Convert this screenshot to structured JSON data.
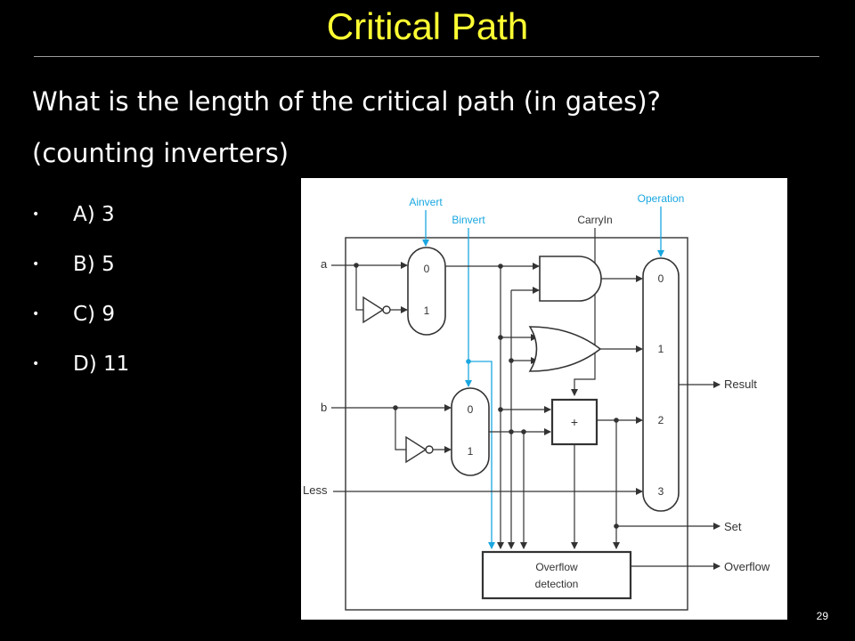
{
  "slide": {
    "title": "Critical Path",
    "question_line1": "What is the length of the critical path (in gates)?",
    "question_line2": "(counting inverters)",
    "options": [
      "A) 3",
      "B) 5",
      "C) 9",
      "D) 11"
    ],
    "bullet": "•",
    "page_number": "29"
  },
  "diagram": {
    "labels": {
      "ainvert": "Ainvert",
      "binvert": "Binvert",
      "carryin": "CarryIn",
      "operation": "Operation",
      "a": "a",
      "b": "b",
      "less": "Less",
      "result": "Result",
      "set": "Set",
      "overflow": "Overflow",
      "overflow_box_line1": "Overflow",
      "overflow_box_line2": "detection",
      "adder_symbol": "+",
      "mux_a_in0": "0",
      "mux_a_in1": "1",
      "mux_b_in0": "0",
      "mux_b_in1": "1",
      "mux_out_in0": "0",
      "mux_out_in1": "1",
      "mux_out_in2": "2",
      "mux_out_in3": "3"
    },
    "colors": {
      "control_signal": "#1aa7e0",
      "wire": "#333333",
      "background": "#ffffff"
    }
  },
  "colors": {
    "title": "#ffff33",
    "text": "#ffffff",
    "background": "#000000"
  }
}
